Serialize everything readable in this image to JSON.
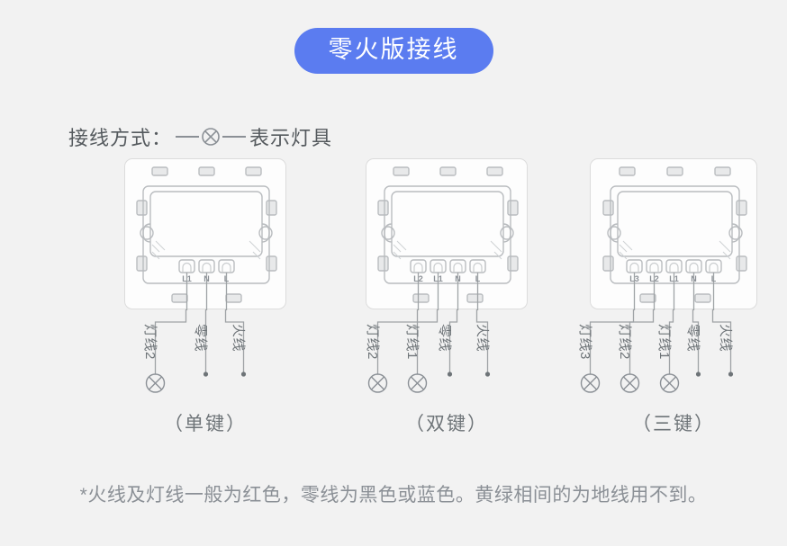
{
  "header": {
    "title": "零火版接线"
  },
  "legend": {
    "prefix": "接线方式：",
    "suffix": "表示灯具",
    "symbol_name": "lamp-symbol"
  },
  "diagrams": [
    {
      "id": "single-key",
      "caption": "（单键）",
      "terminals": [
        "L1",
        "N",
        "L"
      ],
      "wires": [
        {
          "label": "灯线2",
          "type": "lamp"
        },
        {
          "label": "零线",
          "type": "dot"
        },
        {
          "label": "火线",
          "type": "dot"
        }
      ]
    },
    {
      "id": "double-key",
      "caption": "（双键）",
      "terminals": [
        "L2",
        "L1",
        "N",
        "L"
      ],
      "wires": [
        {
          "label": "灯线2",
          "type": "lamp"
        },
        {
          "label": "灯线1",
          "type": "lamp"
        },
        {
          "label": "零线",
          "type": "dot"
        },
        {
          "label": "火线",
          "type": "dot"
        }
      ]
    },
    {
      "id": "triple-key",
      "caption": "（三键）",
      "terminals": [
        "L3",
        "L2",
        "L1",
        "N",
        "L"
      ],
      "wires": [
        {
          "label": "灯线3",
          "type": "lamp"
        },
        {
          "label": "灯线2",
          "type": "lamp"
        },
        {
          "label": "灯线1",
          "type": "lamp"
        },
        {
          "label": "零线",
          "type": "dot"
        },
        {
          "label": "火线",
          "type": "dot"
        }
      ]
    }
  ],
  "footnote": "*火线及灯线一般为红色，零线为黑色或蓝色。黄绿相间的为地线用不到。",
  "colors": {
    "background": "#f2f2f2",
    "accent": "#5b7cf0",
    "text": "#6e7478",
    "line": "#8b9096",
    "panel": "#fdfdfd"
  }
}
